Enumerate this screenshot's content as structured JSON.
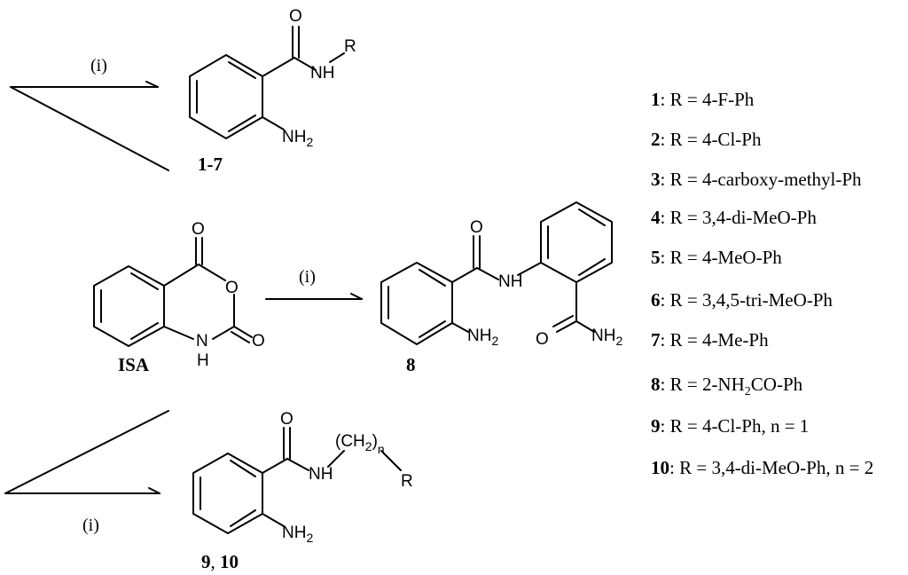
{
  "reaction_condition": "(i)",
  "compound_labels": {
    "top": "1-7",
    "start": "ISA",
    "middle": "8",
    "bottom_a": "9",
    "bottom_sep": ", ",
    "bottom_b": "10"
  },
  "atoms": {
    "O": "O",
    "NH": "NH",
    "N": "N",
    "H": "H",
    "R": "R",
    "NH2_main": "NH",
    "NH2_sub": "2",
    "CH2_open": "(CH",
    "CH2_sub": "2",
    "CH2_close": ")",
    "n": "n"
  },
  "legend": [
    {
      "id": "1",
      "sep": ": ",
      "pre": "R = 4-F-Ph",
      "sub": "",
      "post": ""
    },
    {
      "id": "2",
      "sep": ": ",
      "pre": "R = 4-Cl-Ph",
      "sub": "",
      "post": ""
    },
    {
      "id": "3",
      "sep": ": ",
      "pre": "R =  4-carboxy-methyl-Ph",
      "sub": "",
      "post": ""
    },
    {
      "id": "4",
      "sep": ": ",
      "pre": "R =  3,4-di-MeO-Ph",
      "sub": "",
      "post": ""
    },
    {
      "id": "5",
      "sep": ": ",
      "pre": "R = 4-MeO-Ph",
      "sub": "",
      "post": ""
    },
    {
      "id": "6",
      "sep": ": ",
      "pre": "R = 3,4,5-tri-MeO-Ph",
      "sub": "",
      "post": ""
    },
    {
      "id": "7",
      "sep": ": ",
      "pre": "R = 4-Me-Ph",
      "sub": "",
      "post": ""
    },
    {
      "id": "8",
      "sep": ": ",
      "pre": "R =  2-NH",
      "sub": "2",
      "post": "CO-Ph"
    },
    {
      "id": "9",
      "sep": ": ",
      "pre": "R =  4-Cl-Ph, n = 1",
      "sub": "",
      "post": ""
    },
    {
      "id": "10",
      "sep": ": ",
      "pre": "R = 3,4-di-MeO-Ph, n = 2",
      "sub": "",
      "post": ""
    }
  ]
}
